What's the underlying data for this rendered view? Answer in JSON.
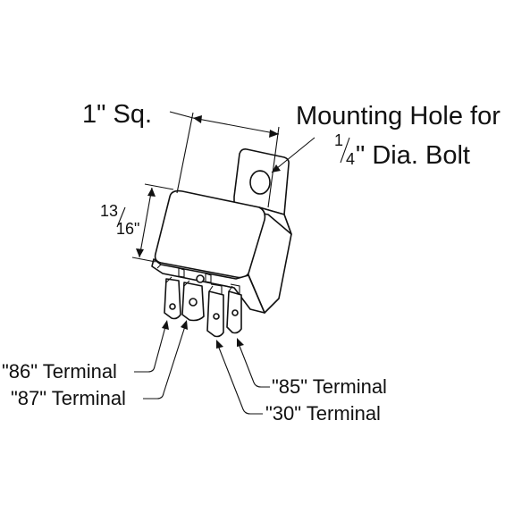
{
  "dimensions": {
    "width_label": "1\" Sq.",
    "height_numerator": "13",
    "height_denominator": "16\"",
    "mounting_line1": "Mounting Hole for",
    "mounting_frac_num": "1",
    "mounting_frac_den": "4",
    "mounting_line2_rest": "\" Dia. Bolt"
  },
  "terminals": {
    "t86": "\"86\" Terminal",
    "t87": "\"87\" Terminal",
    "t85": "\"85\" Terminal",
    "t30": "\"30\" Terminal"
  }
}
